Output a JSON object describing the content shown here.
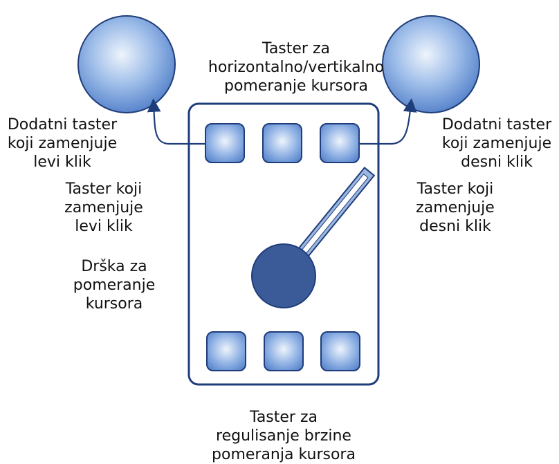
{
  "colors": {
    "outline": "#1f3d7a",
    "button_light": "#e8f1fb",
    "button_dark": "#5b86cc",
    "handle": "#3a5a98",
    "stick": "#9bb7e0"
  },
  "labels": {
    "top": [
      "Taster za",
      "horizontalno/vertikalno",
      "pomeranje kursora"
    ],
    "extra_left": [
      "Dodatni taster",
      "koji zamenjuje",
      "levi klik"
    ],
    "extra_right": [
      "Dodatni taster",
      "koji zamenjuje",
      "desni klik"
    ],
    "left_click": [
      "Taster koji",
      "zamenjuje",
      "levi klik"
    ],
    "right_click": [
      "Taster koji",
      "zamenjuje",
      "desni klik"
    ],
    "handle": [
      "Drška za",
      "pomeranje",
      "kursora"
    ],
    "bottom": [
      "Taster za",
      "regulisanje brzine",
      "pomeranja kursora"
    ]
  }
}
